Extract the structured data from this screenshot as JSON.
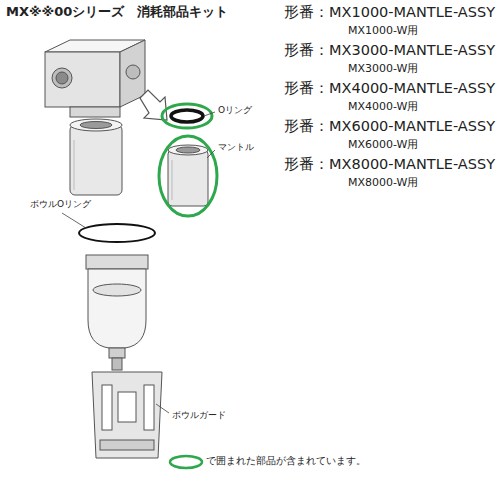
{
  "diagram": {
    "title": "MX※※00シリーズ　消耗部品キット",
    "labels": [
      "形番：MX1000-MANTLE-ASSY",
      "MX1000-W用",
      "形番：MX3000-MANTLE-ASSY",
      "MX3000-W用",
      "形番：MX4000-MANTLE-ASSY",
      "MX4000-W用",
      "形番：MX6000-MANTLE-ASSY",
      "MX6000-W用",
      "形番：MX8000-MANTLE-ASSY",
      "MX8000-W用",
      "Oリング",
      "マントル",
      "ボウルOリング",
      "ボウルガード"
    ],
    "legend": [
      {
        "text": "で囲まれた部品が含まれています。"
      }
    ]
  }
}
